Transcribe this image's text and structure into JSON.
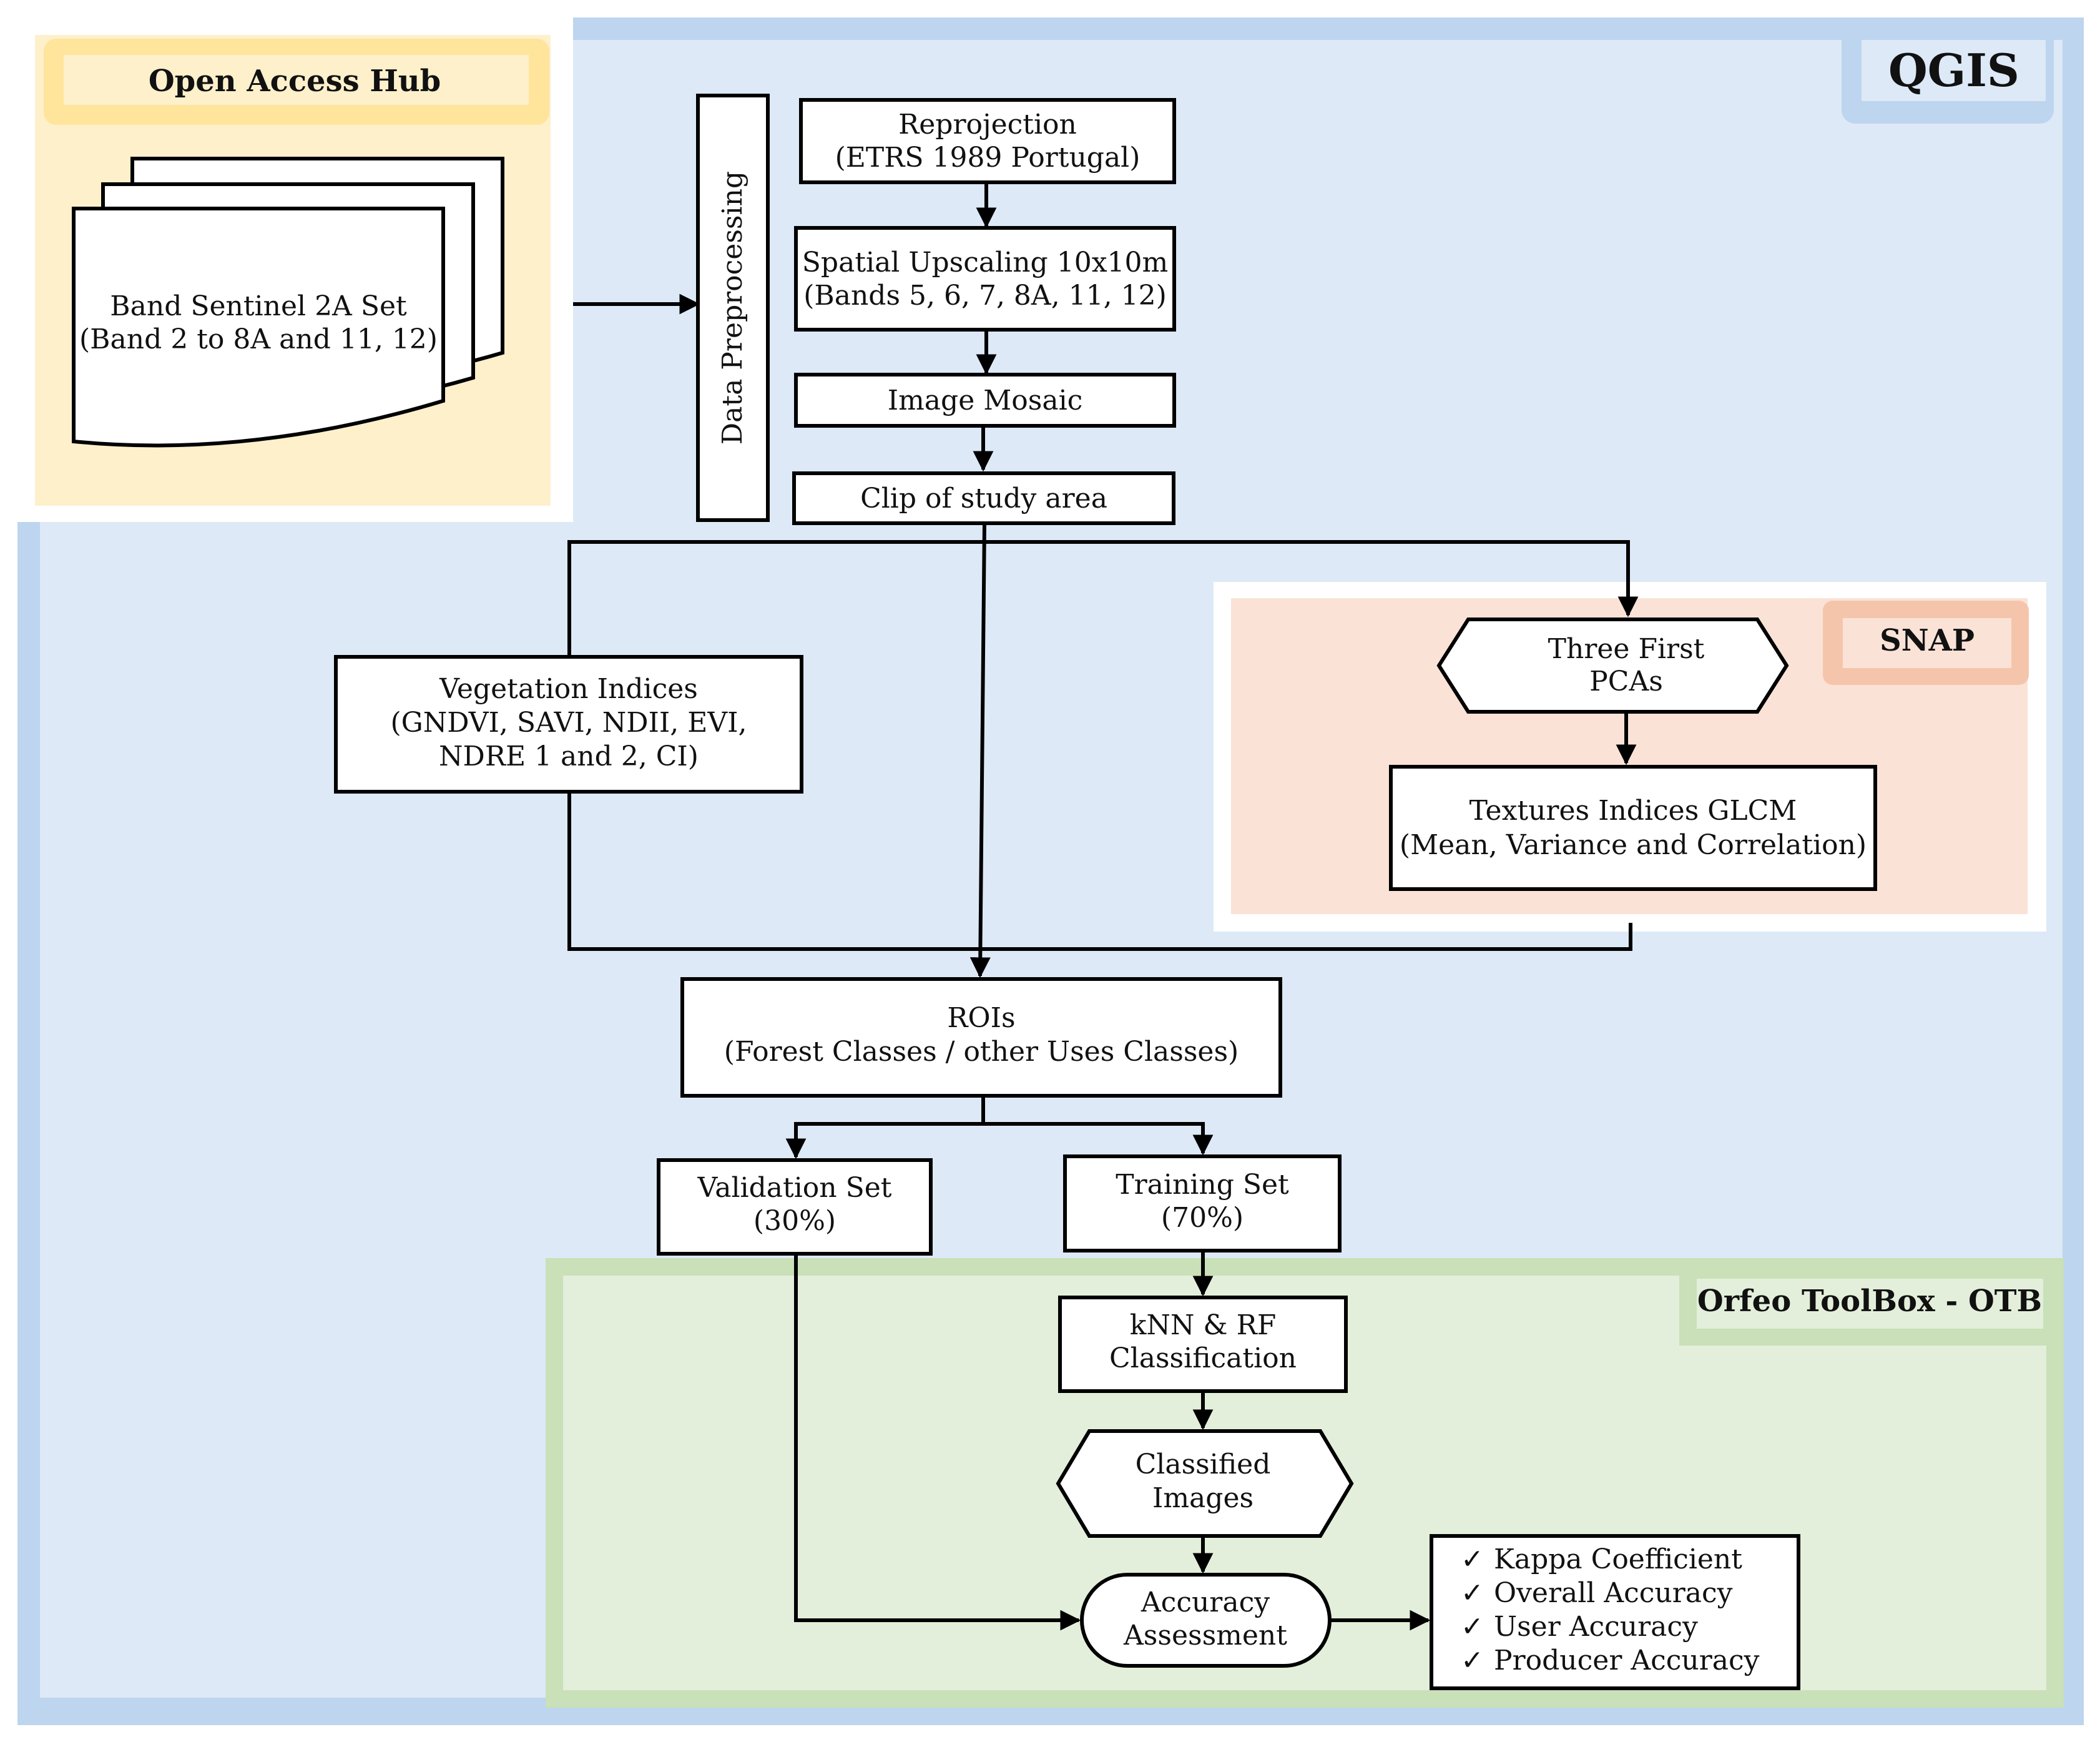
{
  "panels": {
    "qgis": "QGIS",
    "open_access_hub": "Open Access Hub",
    "snap": "SNAP",
    "otb": "Orfeo ToolBox - OTB"
  },
  "nodes": {
    "band_set": [
      "Band Sentinel 2A Set",
      "(Band 2 to 8A and 11, 12)"
    ],
    "data_preprocessing": "Data Preprocessing",
    "reprojection": [
      "Reprojection",
      "(ETRS 1989 Portugal)"
    ],
    "spatial_upscaling": [
      "Spatial Upscaling 10x10m",
      "(Bands 5, 6, 7, 8A, 11, 12)"
    ],
    "image_mosaic": "Image Mosaic",
    "clip_study_area": "Clip of study area",
    "vegetation_indices": [
      "Vegetation Indices",
      "(GNDVI, SAVI, NDII, EVI,",
      "NDRE 1 and 2, CI)"
    ],
    "three_first_pcas": [
      "Three First",
      "PCAs"
    ],
    "textures_indices": [
      "Textures Indices GLCM",
      "(Mean, Variance and Correlation)"
    ],
    "rois": [
      "ROIs",
      "(Forest Classes / other Uses Classes)"
    ],
    "validation_set": [
      "Validation Set",
      "(30%)"
    ],
    "training_set": [
      "Training Set",
      "(70%)"
    ],
    "knn_rf": [
      "kNN & RF",
      "Classification"
    ],
    "classified_images": [
      "Classified",
      "Images"
    ],
    "accuracy_assessment": [
      "Accuracy",
      "Assessment"
    ]
  },
  "metrics": {
    "check_glyph": "✓",
    "items": [
      "Kappa Coefficient",
      "Overall Accuracy",
      "User Accuracy",
      "Producer Accuracy"
    ]
  },
  "colors": {
    "qgis_fill": "#dde9f6",
    "qgis_border": "#bdd5ee",
    "hub_fill": "#fdf0cb",
    "hub_title_fill": "#ffe49c",
    "snap_fill": "#fae2d7",
    "snap_title_border": "#f5c5ab",
    "otb_fill": "#e3efda",
    "otb_border": "#c9e0b8"
  }
}
